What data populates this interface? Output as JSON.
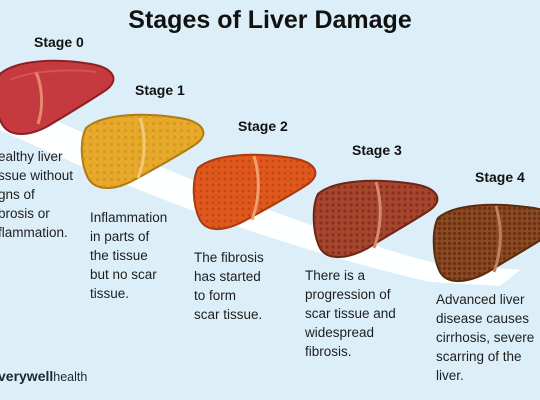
{
  "title": "Stages of Liver Damage",
  "stages": [
    {
      "label": "Stage 0",
      "description": "ealthy liver\nssue without\ngns of\nbrosis or\nflammation.",
      "color": "#c43a3e"
    },
    {
      "label": "Stage 1",
      "description": "Inflammation\nin parts of\nthe tissue\nbut no scar\ntissue.",
      "color": "#e7a92a"
    },
    {
      "label": "Stage 2",
      "description": "The fibrosis\nhas started\nto form\nscar tissue.",
      "color": "#e0581e"
    },
    {
      "label": "Stage 3",
      "description": "There is a\nprogression of\nscar tissue and\nwidespread\nfibrosis.",
      "color": "#a8452e"
    },
    {
      "label": "Stage 4",
      "description": "Advanced liver\ndisease causes\ncirrhosis, severe\nscarring of the\nliver.",
      "color": "#8e4a22"
    }
  ],
  "brand": {
    "part1": "verywell",
    "part2": "health"
  }
}
